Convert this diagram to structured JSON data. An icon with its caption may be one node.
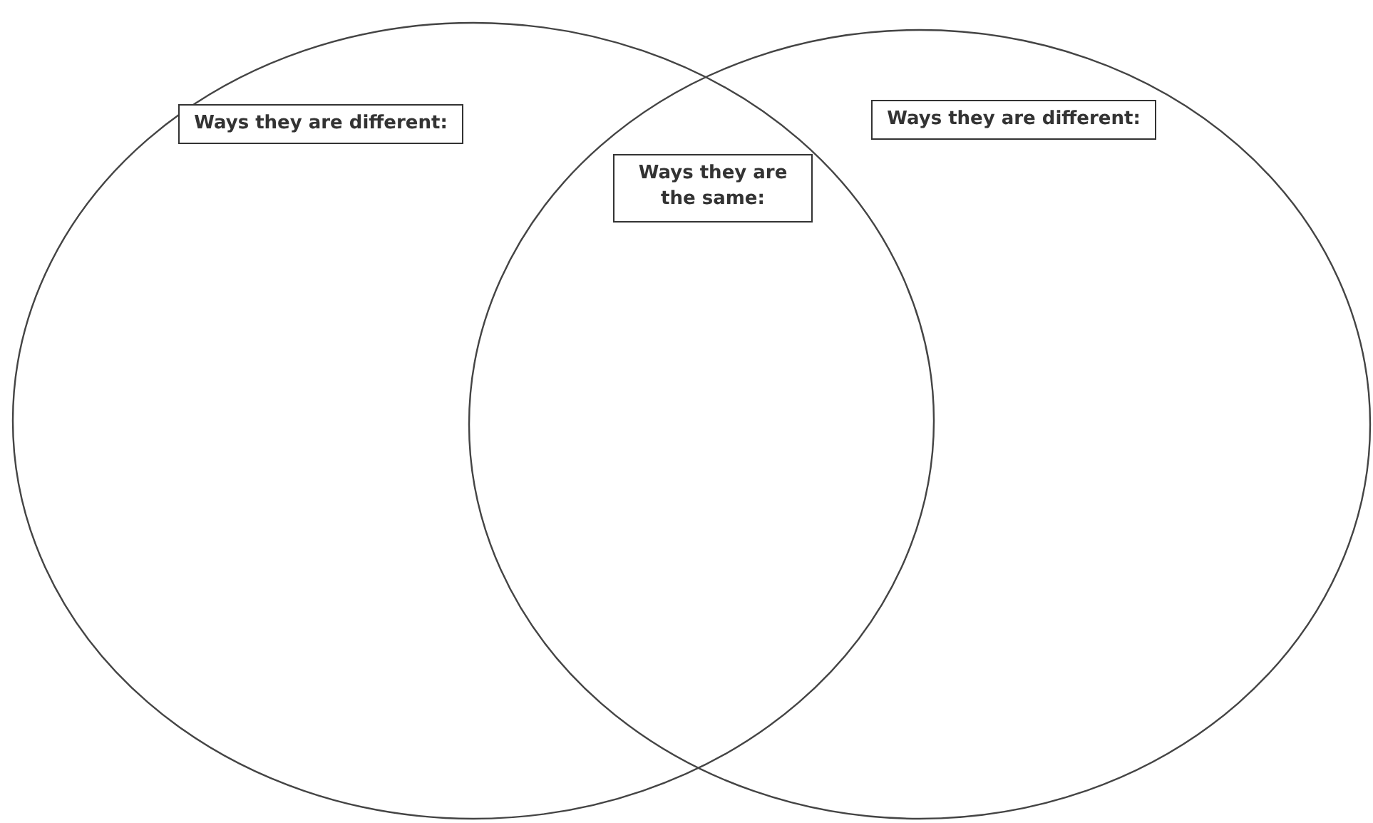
{
  "diagram": {
    "nodes": [
      {
        "text": [],
        "shape": "circle"
      },
      {
        "text": [
          "Ways they are different:"
        ],
        "in": 0
      },
      {
        "text": [
          "Ways they are the same:"
        ]
      },
      {
        "text": [],
        "shape": "circle"
      },
      {
        "text": [
          "Ways they are different:"
        ],
        "in": 3
      }
    ]
  }
}
